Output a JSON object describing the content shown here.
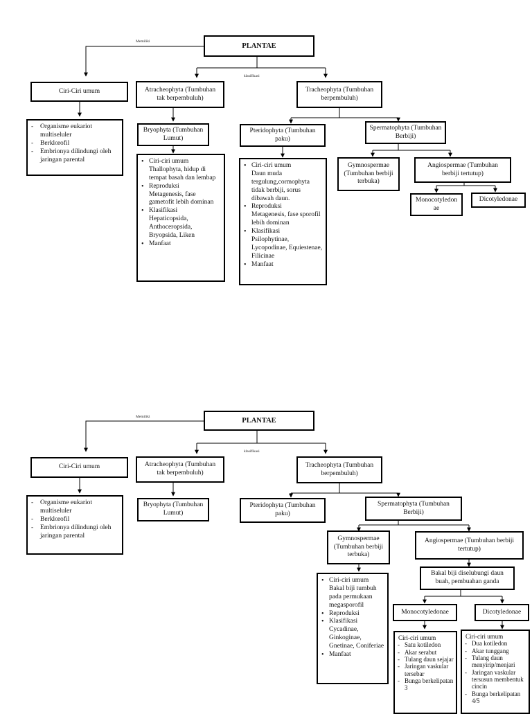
{
  "d1": {
    "plantae": "PLANTAE",
    "memiliki": "Memiliki",
    "klasifikasi": "klasifikasi",
    "ciri_umum": "Ciri-Ciri umum",
    "ciri_list": [
      "Organisme eukariot multiseluler",
      "Berklorofil",
      "Embrionya dilindungi oleh jaringan parental"
    ],
    "atracheophyta": "Atracheophyta (Tumbuhan tak berpembuluh)",
    "tracheophyta": "Tracheophyta (Tumbuhan berpembuluh)",
    "bryophyta": "Bryophyta (Tumbuhan Lumut)",
    "bryo_list": [
      {
        "title": "Ciri-ciri umum",
        "sub": "Thallophyta, hidup di tempat basah dan lembap"
      },
      {
        "title": "Reproduksi",
        "sub": "Metagenesis, fase gametofit lebih dominan"
      },
      {
        "title": "Klasifikasi",
        "sub": "Hepaticopsida, Anthoceropsida, Bryopsida, Liken"
      },
      {
        "title": "Manfaat",
        "sub": ""
      }
    ],
    "pteridophyta": "Pteridophyta (Tumbuhan paku)",
    "pterido_list": [
      {
        "title": "Ciri-ciri umum",
        "sub": "Daun muda tergulung,cormophyta tidak berbiji, sorus dibawah daun."
      },
      {
        "title": "Reproduksi",
        "sub": "Metagenesis, fase sporofil lebih dominan"
      },
      {
        "title": "Klasifikasi",
        "sub": "Psilophytinae, Lycopodinae, Equiestenae, Filicinae"
      },
      {
        "title": "Manfaat",
        "sub": ""
      }
    ],
    "spermatophyta": "Spermatophyta (Tumbuhan Berbiji)",
    "gymnospermae": "Gymnospermae (Tumbuhan berbiji terbuka)",
    "angiospermae": "Angiospermae (Tumbuhan berbiji tertutup)",
    "monocot": "Monocotyledonae",
    "dicot": "Dicotyledonae"
  },
  "d2": {
    "plantae": "PLANTAE",
    "memiliki": "Memiliki",
    "klasifikasi": "klasifikasi",
    "ciri_umum": "Ciri-Ciri umum",
    "ciri_list": [
      "Organisme eukariot multiseluler",
      "Berklorofil",
      "Embrionya dilindungi oleh jaringan parental"
    ],
    "atracheophyta": "Atracheophyta (Tumbuhan tak berpembuluh)",
    "tracheophyta": "Tracheophyta (Tumbuhan berpembuluh)",
    "bryophyta": "Bryophyta (Tumbuhan Lumut)",
    "pteridophyta": "Pteridophyta (Tumbuhan paku)",
    "spermatophyta": "Spermatophyta (Tumbuhan Berbiji)",
    "gymnospermae": "Gymnospermae (Tumbuhan berbiji terbuka)",
    "gymno_list": [
      {
        "title": "Ciri-ciri umum",
        "sub": "Bakal biji tumbuh pada permukaan megasporofil"
      },
      {
        "title": "Reproduksi",
        "sub": ""
      },
      {
        "title": "Klasifikasi",
        "sub": "Cycadinae, Ginkoginae, Gnetinae, Coniferiae"
      },
      {
        "title": "Manfaat",
        "sub": ""
      }
    ],
    "angiospermae": "Angiospermae (Tumbuhan berbiji tertutup)",
    "bakal_biji": "Bakal biji diselubungi daun buah, pembuahan ganda",
    "monocot": "Monocotyledonae",
    "dicot": "Dicotyledonae",
    "monocot_head": "Ciri-ciri umum",
    "monocot_list": [
      "Satu kotiledon",
      "Akar serabut",
      "Tulang daun sejajar",
      "Jaringan vaskular tersebar",
      "Bunga berkelipatan 3"
    ],
    "dicot_head": "Ciri-ciri umum",
    "dicot_list": [
      "Dua kotiledon",
      "Akar tunggang",
      "Tulang daun menyirip/menjari",
      "Jaringan vaskular tersusun membentuk cincin",
      "Bunga berkelipatan 4/5"
    ]
  }
}
